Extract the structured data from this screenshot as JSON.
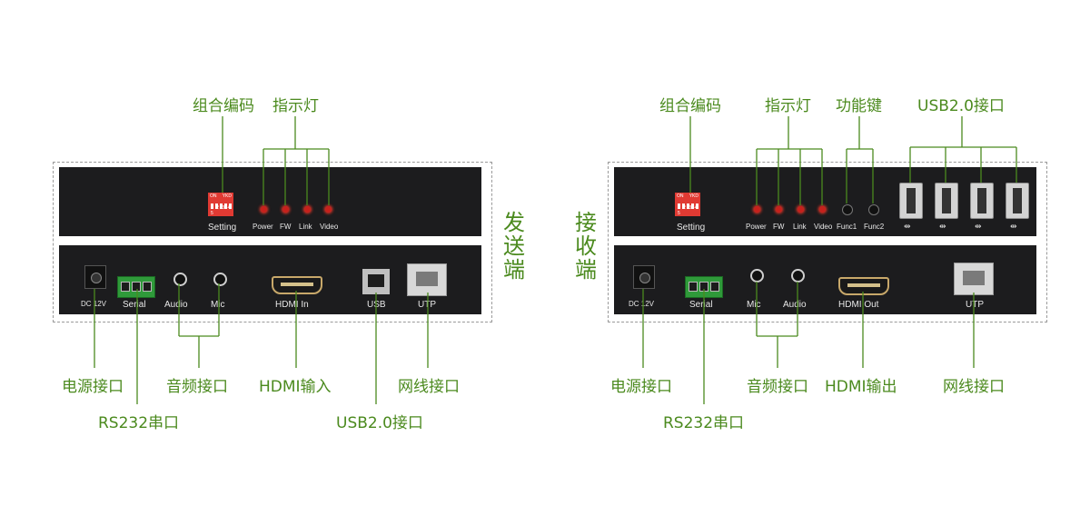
{
  "left": {
    "side_label": [
      "发",
      "送",
      "端"
    ],
    "top_callouts": {
      "dip": "组合编码",
      "leds": "指示灯"
    },
    "dip_text": {
      "on": "ON",
      "brand": "YKD",
      "nums": "1 2 3 4 5"
    },
    "setting": "Setting",
    "leds": [
      "Power",
      "FW",
      "Link",
      "Video"
    ],
    "ports": {
      "dc": "DC 12V",
      "serial": "Serial",
      "audio": "Audio",
      "mic": "Mic",
      "hdmi": "HDMI In",
      "usb": "USB",
      "utp": "UTP"
    },
    "bottom_callouts": {
      "power": "电源接口",
      "rs232": "RS232串口",
      "audio": "音频接口",
      "hdmi": "HDMI输入",
      "usb": "USB2.0接口",
      "net": "网线接口"
    }
  },
  "right": {
    "side_label": [
      "接",
      "收",
      "端"
    ],
    "top_callouts": {
      "dip": "组合编码",
      "leds": "指示灯",
      "func": "功能键",
      "usb": "USB2.0接口"
    },
    "dip_text": {
      "on": "ON",
      "brand": "YKD",
      "nums": "1 2 3 4 5"
    },
    "setting": "Setting",
    "leds": [
      "Power",
      "FW",
      "Link",
      "Video"
    ],
    "funcs": [
      "Func1",
      "Func2"
    ],
    "ports": {
      "dc": "DC 12V",
      "serial": "Serial",
      "mic": "Mic",
      "audio": "Audio",
      "hdmi": "HDMI Out",
      "utp": "UTP"
    },
    "bottom_callouts": {
      "power": "电源接口",
      "rs232": "RS232串口",
      "audio": "音频接口",
      "hdmi": "HDMI输出",
      "net": "网线接口"
    }
  },
  "colors": {
    "callout": "#4b8a1e",
    "panel": "#1c1c1e",
    "led": "#c6211c"
  },
  "icons": [
    "dip-switch-icon",
    "led-icon",
    "usb-symbol-icon"
  ]
}
